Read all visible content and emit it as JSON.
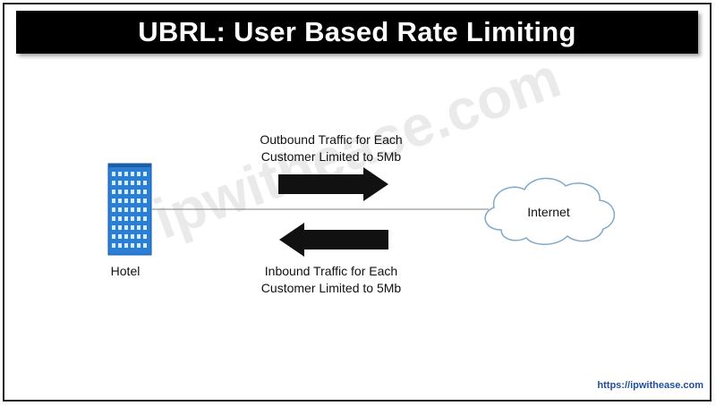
{
  "title": "UBRL: User Based Rate Limiting",
  "watermark": "ipwithease.com",
  "nodes": {
    "hotel": {
      "label": "Hotel",
      "icon": "building-icon"
    },
    "internet": {
      "label": "Internet",
      "icon": "cloud-icon"
    }
  },
  "flows": {
    "outbound": {
      "line1": "Outbound Traffic for Each",
      "line2": "Customer Limited to 5Mb",
      "direction": "right"
    },
    "inbound": {
      "line1": "Inbound Traffic for Each",
      "line2": "Customer Limited to 5Mb",
      "direction": "left"
    }
  },
  "footer": {
    "link": "https://ipwithease.com"
  },
  "colors": {
    "title_bg": "#000000",
    "title_text": "#ffffff",
    "building": "#2a7fd4",
    "footer_link": "#1f4e9e",
    "arrow": "#111111"
  }
}
